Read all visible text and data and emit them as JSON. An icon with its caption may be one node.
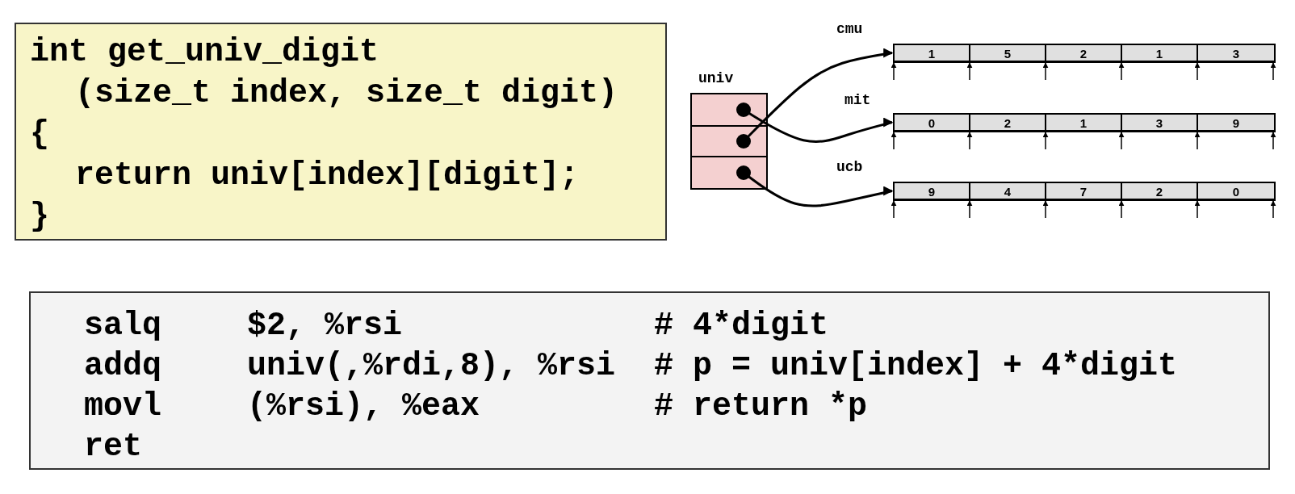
{
  "diagram": {
    "nodes": [
      {
        "text": [
          "int get_univ_digit",
          "(size_t index, size_t digit)",
          "{",
          "return univ[index][digit];",
          "}"
        ]
      },
      {
        "text": [],
        "shape": "box",
        "beside": [
          "univ"
        ]
      },
      {
        "text": [],
        "shape": "box",
        "in": 1
      },
      {
        "text": [],
        "shape": "box",
        "in": 1
      },
      {
        "text": [],
        "shape": "box",
        "in": 1
      },
      {
        "text": [
          "1",
          "5",
          "2",
          "1",
          "3"
        ],
        "beside": [
          "cmu"
        ]
      },
      {
        "text": [
          "0",
          "2",
          "1",
          "3",
          "9"
        ],
        "beside": [
          "mit"
        ]
      },
      {
        "text": [
          "9",
          "4",
          "7",
          "2",
          "0"
        ],
        "beside": [
          "ucb"
        ]
      },
      {
        "text": [
          "salq",
          "$2, %rsi",
          "# 4*digit",
          "addq",
          "univ(,%rdi,8), %rsi",
          "# p = univ[index] + 4*digit",
          "movl",
          "(%rsi), %eax",
          "# return *p",
          "ret"
        ]
      }
    ],
    "edges": [
      {
        "from": 3,
        "to": 5,
        "arrow": "to"
      },
      {
        "from": 2,
        "to": 6,
        "arrow": "to"
      },
      {
        "from": 4,
        "to": 7,
        "arrow": "to"
      }
    ]
  }
}
